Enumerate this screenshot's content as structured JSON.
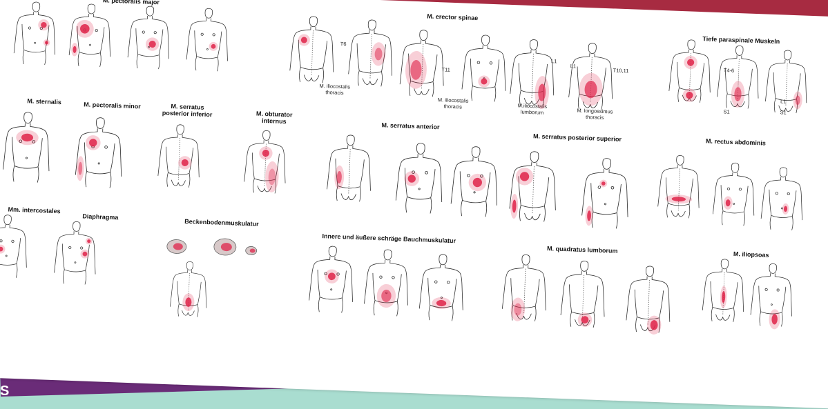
{
  "banner_title": "chmerzbereich",
  "next_section_label": "S",
  "labels": {
    "pectoralis_major": "M. pectoralis major",
    "erector_spinae": "M. erector spinae",
    "tiefe_paraspinale": "Tiefe paraspinale Muskeln",
    "iliocostalis_thoracis": "M. iliocostalis\nthoracis",
    "iliocostalis_thoracis_2": "M. iliocostalis\nthoracis",
    "iliocostalis_lumborum": "M.iliocostalis\nlumborum",
    "longissimus_thoracis": "M. longossimus\nthoracis",
    "sternalis": "M. sternalis",
    "pectoralis_minor": "M. pectoralis minor",
    "serratus_post_inf": "M. serratus\nposterior inferior",
    "obturator_internus": "M. obturator\ninternus",
    "serratus_anterior": "M. serratus anterior",
    "serratus_post_sup": "M. serratus posterior superior",
    "rectus_abdominis": "M. rectus abdominis",
    "intercostales": "Mm. intercostales",
    "diaphragma": "Diaphragma",
    "beckenboden": "Beckenbodenmuskulatur",
    "bauchmuskulatur": "Innere und äußere schräge Bauchmuskulatur",
    "quadratus_lumborum": "M. quadratus lumborum",
    "iliopsoas": "M. iliopsoas"
  },
  "markers": {
    "t6": "T6",
    "t11": "T11",
    "l1": "L1",
    "l1b": "L1",
    "t1011": "T10,11",
    "t46": "T4-6",
    "l1c": "L1",
    "s1": "S1",
    "s1b": "S1"
  },
  "colors": {
    "banner": "#a72b41",
    "background": "#a9ddd0",
    "pain": "#e0234a",
    "next_banner": "#6a2c78"
  }
}
